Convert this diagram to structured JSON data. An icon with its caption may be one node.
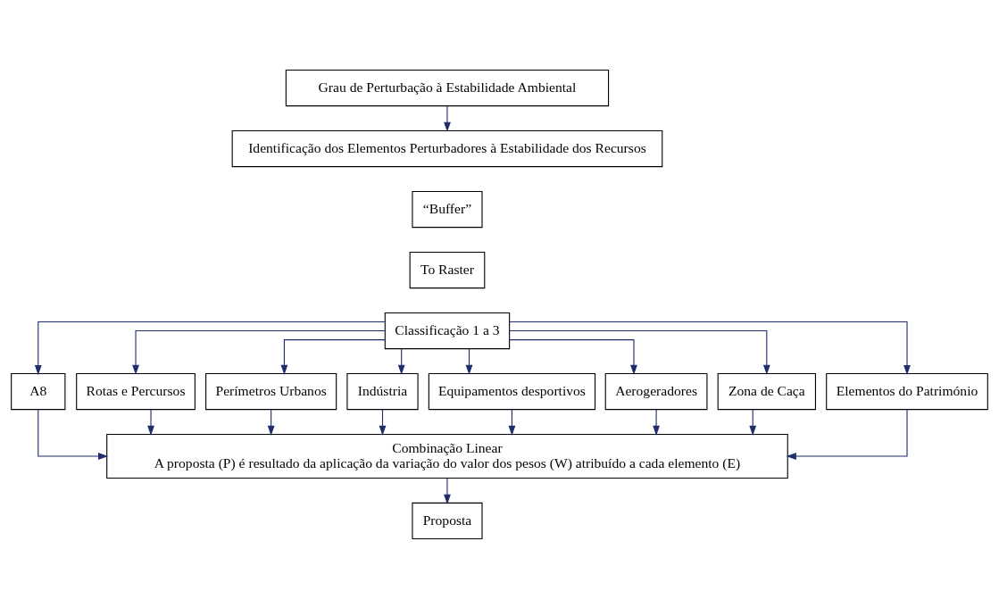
{
  "diagram": {
    "nodes": [
      {
        "text": [
          "Grau de Perturbação à Estabilidade Ambiental"
        ]
      },
      {
        "text": [
          "Identificação dos Elementos Perturbadores à Estabilidade dos Recursos"
        ]
      },
      {
        "text": [
          "“Buffer”"
        ]
      },
      {
        "text": [
          "To Raster"
        ]
      },
      {
        "text": [
          "Classificação 1 a 3"
        ]
      },
      {
        "text": [
          "A8"
        ]
      },
      {
        "text": [
          "Rotas e Percursos"
        ]
      },
      {
        "text": [
          "Perímetros Urbanos"
        ]
      },
      {
        "text": [
          "Indústria"
        ]
      },
      {
        "text": [
          "Equipamentos desportivos"
        ]
      },
      {
        "text": [
          "Aerogeradores"
        ]
      },
      {
        "text": [
          "Zona de Caça"
        ]
      },
      {
        "text": [
          "Elementos do Património"
        ]
      },
      {
        "text": [
          "Combinação Linear",
          "A proposta (P) é resultado da aplicação da variação do valor dos pesos (W) atribuído a cada elemento (E)"
        ]
      },
      {
        "text": [
          "Proposta"
        ]
      }
    ],
    "edges": [
      {
        "from": 0,
        "to": 1,
        "arrow": "to"
      },
      {
        "from": 4,
        "to": 5,
        "arrow": "to"
      },
      {
        "from": 4,
        "to": 6,
        "arrow": "to"
      },
      {
        "from": 4,
        "to": 7,
        "arrow": "to"
      },
      {
        "from": 4,
        "to": 8,
        "arrow": "to"
      },
      {
        "from": 4,
        "to": 9,
        "arrow": "to"
      },
      {
        "from": 4,
        "to": 10,
        "arrow": "to"
      },
      {
        "from": 4,
        "to": 11,
        "arrow": "to"
      },
      {
        "from": 4,
        "to": 12,
        "arrow": "to"
      },
      {
        "from": 5,
        "to": 13,
        "arrow": "to"
      },
      {
        "from": 6,
        "to": 13,
        "arrow": "to"
      },
      {
        "from": 7,
        "to": 13,
        "arrow": "to"
      },
      {
        "from": 8,
        "to": 13,
        "arrow": "to"
      },
      {
        "from": 9,
        "to": 13,
        "arrow": "to"
      },
      {
        "from": 10,
        "to": 13,
        "arrow": "to"
      },
      {
        "from": 11,
        "to": 13,
        "arrow": "to"
      },
      {
        "from": 12,
        "to": 13,
        "arrow": "to"
      },
      {
        "from": 13,
        "to": 14,
        "arrow": "to"
      }
    ]
  }
}
